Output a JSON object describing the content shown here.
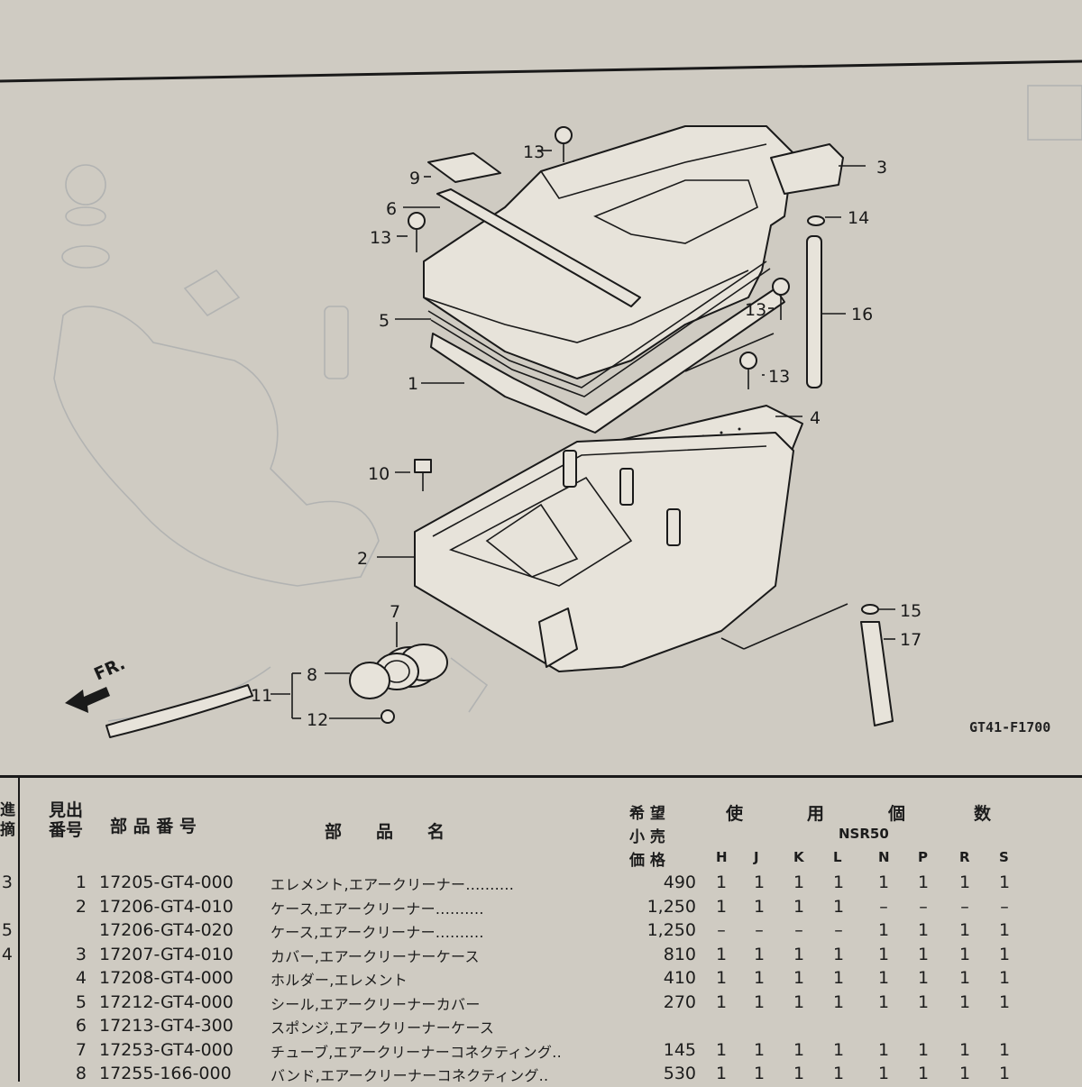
{
  "diagram": {
    "figure_code": "GT41-F1700",
    "direction_label": "FR.",
    "callouts": {
      "c1": "1",
      "c2": "2",
      "c3": "3",
      "c4": "4",
      "c5": "5",
      "c6": "6",
      "c7": "7",
      "c8": "8",
      "c9": "9",
      "c10": "10",
      "c11": "11",
      "c12": "12",
      "c13a": "13",
      "c13b": "13",
      "c13c": "13",
      "c13d": "13",
      "c14": "14",
      "c15": "15",
      "c16": "16",
      "c17": "17"
    }
  },
  "table": {
    "headers": {
      "margin": "進\n摘",
      "ref_no": "見出\n番号",
      "part_no": "部 品 番 号",
      "part_name": "部　　品　　名",
      "price_line1": "希 望",
      "price_line2": "小 売",
      "price_line3": "価 格",
      "qty_label_1": "使",
      "qty_label_2": "用",
      "qty_label_3": "個",
      "qty_label_4": "数",
      "model": "NSR50",
      "types": [
        "H",
        "J",
        "K",
        "L",
        "N",
        "P",
        "R",
        "S"
      ]
    },
    "rows": [
      {
        "margin": "3",
        "ref": "1",
        "part_no": "17205-GT4-000",
        "name": "エレメント,エアークリーナー..........",
        "price": "490",
        "qty": [
          "1",
          "1",
          "1",
          "1",
          "1",
          "1",
          "1",
          "1"
        ]
      },
      {
        "margin": "",
        "ref": "2",
        "part_no": "17206-GT4-010",
        "name": "ケース,エアークリーナー..........",
        "price": "1,250",
        "qty": [
          "1",
          "1",
          "1",
          "1",
          "–",
          "–",
          "–",
          "–"
        ]
      },
      {
        "margin": "5",
        "ref": "",
        "part_no": "17206-GT4-020",
        "name": "ケース,エアークリーナー..........",
        "price": "1,250",
        "qty": [
          "–",
          "–",
          "–",
          "–",
          "1",
          "1",
          "1",
          "1"
        ]
      },
      {
        "margin": "4",
        "ref": "3",
        "part_no": "17207-GT4-010",
        "name": "カバー,エアークリーナーケース",
        "price": "810",
        "qty": [
          "1",
          "1",
          "1",
          "1",
          "1",
          "1",
          "1",
          "1"
        ]
      },
      {
        "margin": "",
        "ref": "4",
        "part_no": "17208-GT4-000",
        "name": "ホルダー,エレメント",
        "price": "410",
        "qty": [
          "1",
          "1",
          "1",
          "1",
          "1",
          "1",
          "1",
          "1"
        ]
      },
      {
        "margin": "",
        "ref": "5",
        "part_no": "17212-GT4-000",
        "name": "シール,エアークリーナーカバー",
        "price": "270",
        "qty": [
          "1",
          "1",
          "1",
          "1",
          "1",
          "1",
          "1",
          "1"
        ]
      },
      {
        "margin": "",
        "ref": "6",
        "part_no": "17213-GT4-300",
        "name": "スポンジ,エアークリーナーケース",
        "price": "",
        "qty": [
          "",
          "",
          "",
          "",
          "",
          "",
          "",
          ""
        ]
      },
      {
        "margin": "",
        "ref": "7",
        "part_no": "17253-GT4-000",
        "name": "チューブ,エアークリーナーコネクティング..",
        "price": "145",
        "qty": [
          "1",
          "1",
          "1",
          "1",
          "1",
          "1",
          "1",
          "1"
        ]
      },
      {
        "margin": "",
        "ref": "8",
        "part_no": "17255-166-000",
        "name": "バンド,エアークリーナーコネクティング..",
        "price": "530",
        "qty": [
          "1",
          "1",
          "1",
          "1",
          "1",
          "1",
          "1",
          "1"
        ]
      }
    ]
  }
}
